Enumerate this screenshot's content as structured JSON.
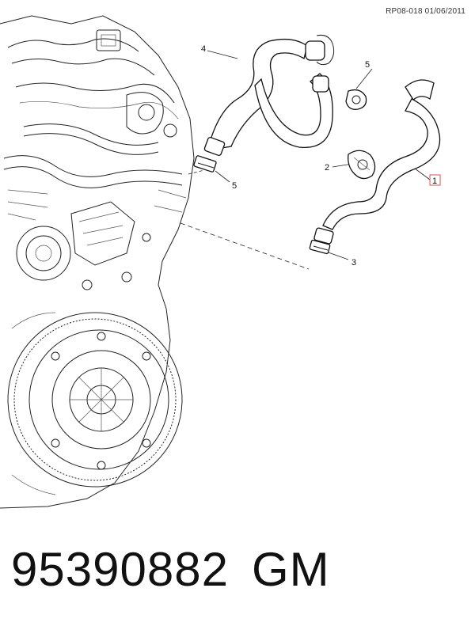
{
  "header": {
    "reference": "RP08-018 01/06/2011"
  },
  "callouts": [
    {
      "id": "callout-1",
      "label": "1",
      "highlight_color": "#d9534f"
    },
    {
      "id": "callout-2",
      "label": "2"
    },
    {
      "id": "callout-3",
      "label": "3"
    },
    {
      "id": "callout-4",
      "label": "4"
    },
    {
      "id": "callout-5a",
      "label": "5"
    },
    {
      "id": "callout-5b",
      "label": "5"
    }
  ],
  "footer": {
    "part_number": "95390882",
    "brand": "GM"
  }
}
